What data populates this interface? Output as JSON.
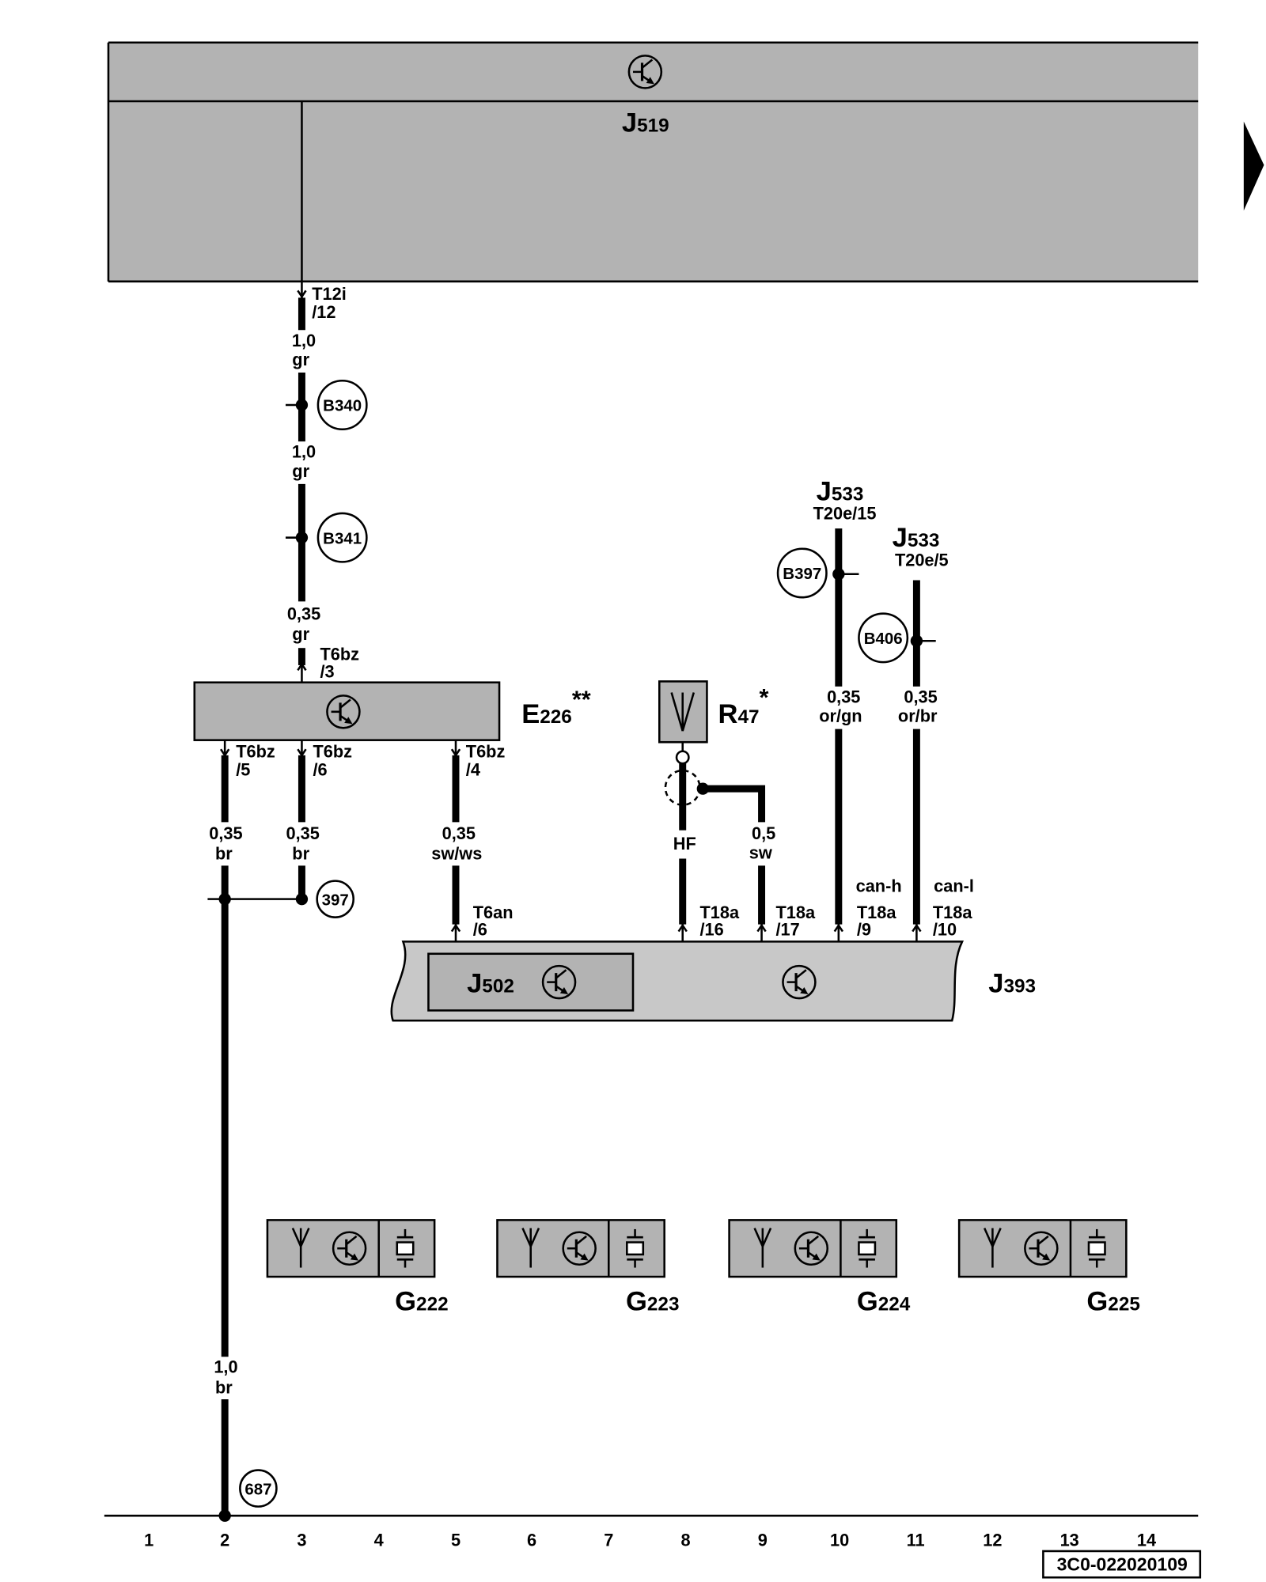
{
  "diagram": {
    "document_id": "3C0-022020109",
    "columns": [
      "1",
      "2",
      "3",
      "4",
      "5",
      "6",
      "7",
      "8",
      "9",
      "10",
      "11",
      "12",
      "13",
      "14"
    ]
  },
  "components": {
    "J519": {
      "letter": "J",
      "sub": "519"
    },
    "E226": {
      "letter": "E",
      "sub": "226",
      "mark": "**"
    },
    "R47": {
      "letter": "R",
      "sub": "47",
      "mark": "*"
    },
    "J393": {
      "letter": "J",
      "sub": "393"
    },
    "J502": {
      "letter": "J",
      "sub": "502"
    },
    "J533_a": {
      "letter": "J",
      "sub": "533",
      "pin": "T20e/15"
    },
    "J533_b": {
      "letter": "J",
      "sub": "533",
      "pin": "T20e/5"
    },
    "G222": {
      "letter": "G",
      "sub": "222"
    },
    "G223": {
      "letter": "G",
      "sub": "223"
    },
    "G224": {
      "letter": "G",
      "sub": "224"
    },
    "G225": {
      "letter": "G",
      "sub": "225"
    }
  },
  "connectors": {
    "T12i_12": {
      "housing": "T12i",
      "pin": "/12"
    },
    "T6bz_3": {
      "housing": "T6bz",
      "pin": "/3"
    },
    "T6bz_5": {
      "housing": "T6bz",
      "pin": "/5"
    },
    "T6bz_6": {
      "housing": "T6bz",
      "pin": "/6"
    },
    "T6bz_4": {
      "housing": "T6bz",
      "pin": "/4"
    },
    "T6an_6": {
      "housing": "T6an",
      "pin": "/6"
    },
    "T18a_16": {
      "housing": "T18a",
      "pin": "/16"
    },
    "T18a_17": {
      "housing": "T18a",
      "pin": "/17"
    },
    "T18a_9": {
      "housing": "T18a",
      "pin": "/9"
    },
    "T18a_10": {
      "housing": "T18a",
      "pin": "/10"
    }
  },
  "wires": {
    "col3_a": {
      "size": "1,0",
      "color": "gr"
    },
    "col3_b": {
      "size": "1,0",
      "color": "gr"
    },
    "col3_c": {
      "size": "0,35",
      "color": "gr"
    },
    "col2_upper": {
      "size": "0,35",
      "color": "br"
    },
    "col3_lower": {
      "size": "0,35",
      "color": "br"
    },
    "col5": {
      "size": "0,35",
      "color": "sw/ws"
    },
    "col9": {
      "size": "0,5",
      "color": "sw"
    },
    "col10": {
      "size": "0,35",
      "color": "or/gn"
    },
    "col11": {
      "size": "0,35",
      "color": "or/br"
    },
    "col2_lower": {
      "size": "1,0",
      "color": "br"
    }
  },
  "signals": {
    "antenna_lead": "HF",
    "can_high": "can-h",
    "can_low": "can-l"
  },
  "splices": {
    "B340": "B340",
    "B341": "B341",
    "B397": "B397",
    "B406": "B406"
  },
  "ground_points": {
    "g397": "397",
    "g687": "687"
  },
  "icons": {
    "module_symbol": "control-unit-icon",
    "antenna": "antenna-icon",
    "sensor": "sensor-element-icon",
    "continuation": "continuation-arrow-icon"
  },
  "colors": {
    "module_fill": "#b3b3b3",
    "housing_fill": "#c8c8c8",
    "line": "#000000"
  }
}
